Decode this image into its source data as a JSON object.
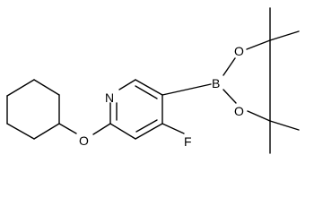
{
  "diagram": {
    "atoms": {
      "nitrogen": "N",
      "ether_oxygen": "O",
      "fluorine": "F",
      "boron": "B",
      "boronate_oxygen_upper": "O",
      "boronate_oxygen_lower": "O"
    },
    "colors": {
      "background": "#ffffff",
      "ink": "#000000"
    }
  }
}
